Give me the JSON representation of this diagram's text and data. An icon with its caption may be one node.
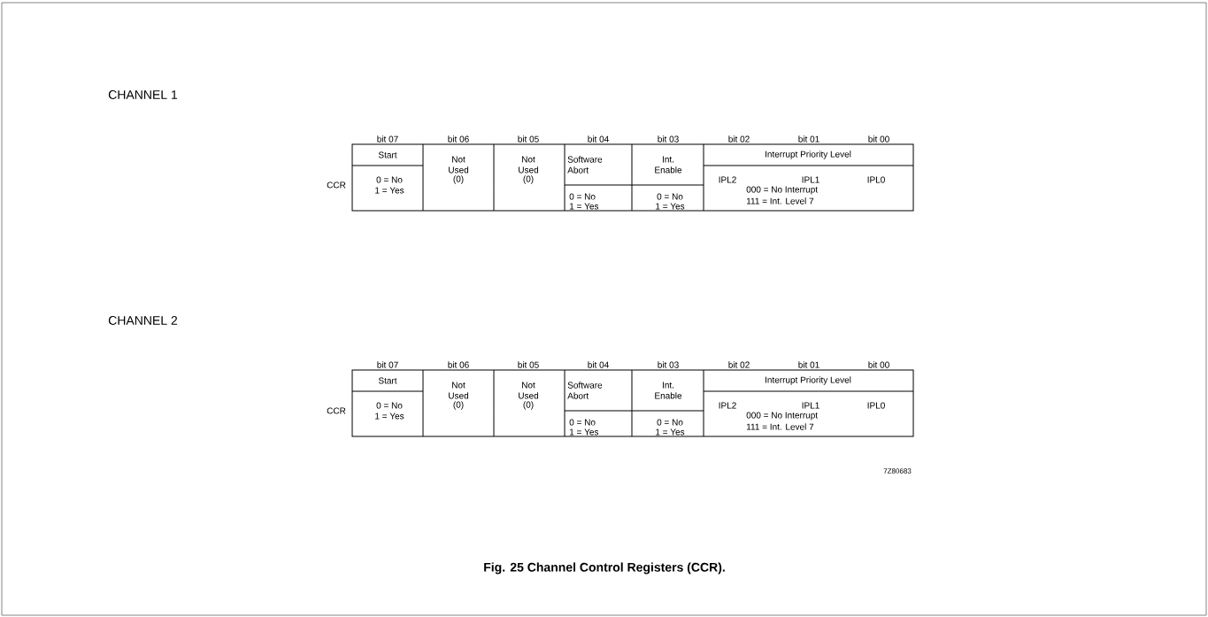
{
  "diagram": {
    "caption": "Fig. 25 Channel Control Registers (CCR).",
    "labels": [
      "CHANNEL 1",
      "bit 07",
      "bit 06",
      "bit 05",
      "bit 04",
      "bit 03",
      "bit 02",
      "bit 01",
      "bit 00",
      "Start",
      "Not Used",
      "Not Used",
      "Software Abort",
      "Int. Enable",
      "Interrupt Priority Level",
      "CCR",
      "0 = No",
      "1 = Yes",
      "(0)",
      "(0)",
      "0 = No",
      "1 = Yes",
      "0 = No",
      "1 = Yes",
      "IPL2",
      "IPL1",
      "IPL0",
      "000 = No Interrupt",
      "111 = Int. Level 7",
      "CHANNEL 2",
      "bit 07",
      "bit 06",
      "bit 05",
      "bit 04",
      "bit 03",
      "bit 02",
      "bit 01",
      "bit 00",
      "Start",
      "Not Used",
      "Not Used",
      "Software Abort",
      "Int. Enable",
      "Interrupt Priority Level",
      "CCR",
      "0 = No",
      "1 = Yes",
      "(0)",
      "(0)",
      "0 = No",
      "1 = Yes",
      "0 = No",
      "1 = Yes",
      "IPL2",
      "IPL1",
      "IPL0",
      "000 = No Interrupt",
      "111 = Int. Level 7",
      "7Z80683"
    ]
  }
}
